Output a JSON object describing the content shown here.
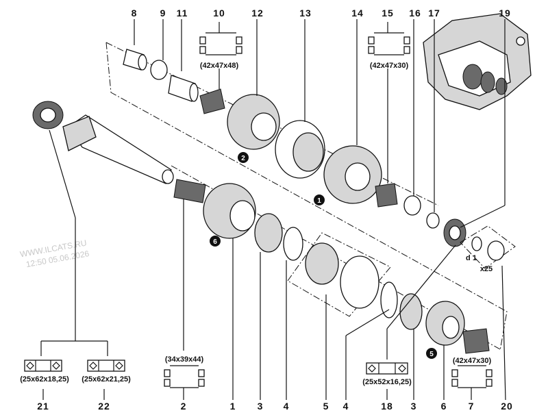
{
  "callouts": {
    "c8": "8",
    "c9": "9",
    "c11": "11",
    "c10": "10",
    "c12": "12",
    "c13": "13",
    "c14": "14",
    "c15": "15",
    "c16": "16",
    "c17": "17",
    "c19": "19",
    "b21": "21",
    "b22": "22",
    "b2": "2",
    "b1": "1",
    "b3a": "3",
    "b4a": "4",
    "b5": "5",
    "b4b": "4",
    "b18": "18",
    "b3b": "3",
    "b6": "6",
    "b7": "7",
    "b20": "20"
  },
  "dimensions": {
    "d10": "(42x47x48)",
    "d15": "(42x47x30)",
    "d2": "(34x39x44)",
    "d7": "(42x47x30)",
    "d21": "(25x62x18,25)",
    "d22": "(25x62x21,25)",
    "d18": "(25x52x16,25)",
    "d_washer_a": "d 1",
    "d_washer_b": "x25"
  },
  "markers": {
    "m1": "1",
    "m2": "2",
    "m5": "5",
    "m6": "6"
  },
  "watermark": {
    "line1": "WWW.ILCATS.RU",
    "line2": "12:50 05.06.2026"
  }
}
